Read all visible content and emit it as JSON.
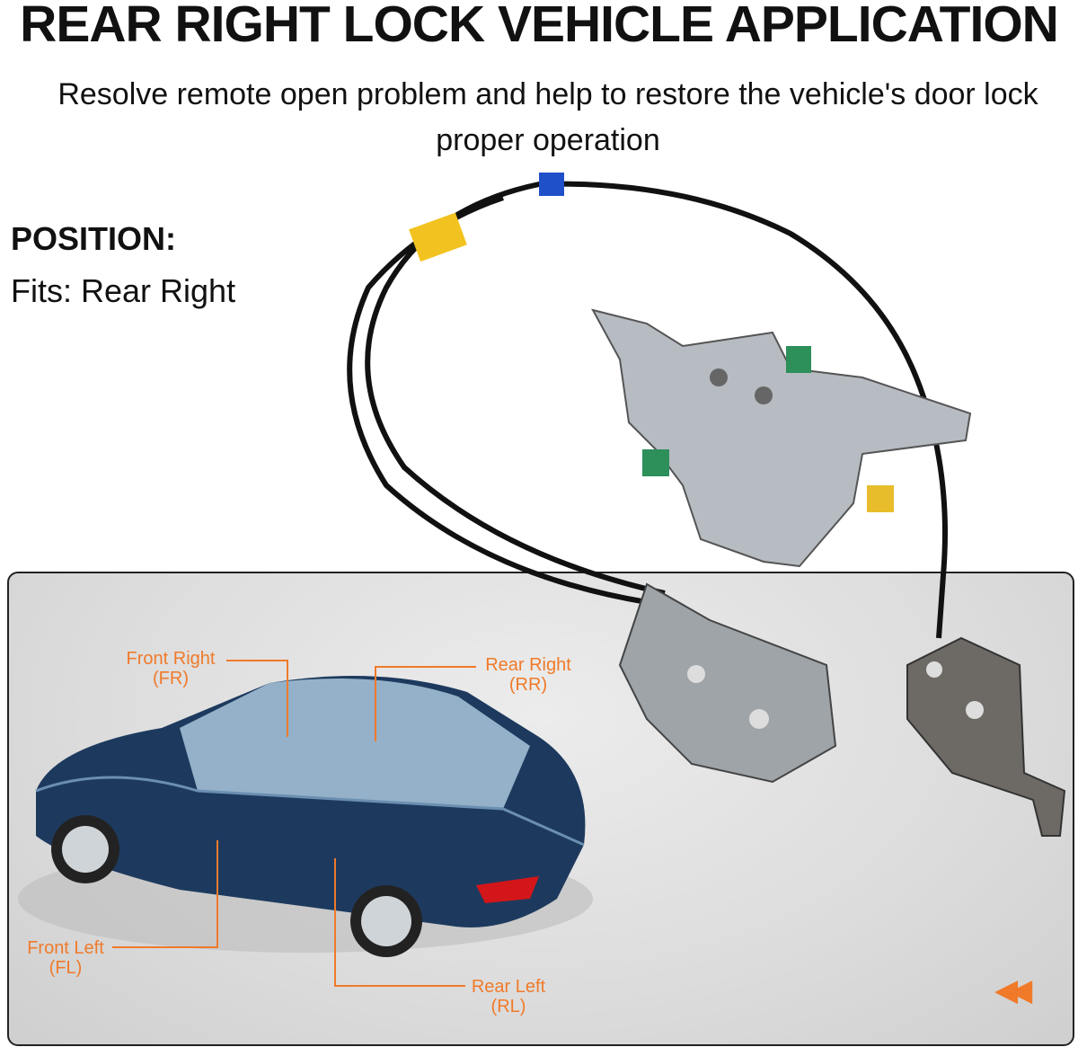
{
  "header": {
    "title": "REAR RIGHT LOCK VEHICLE APPLICATION",
    "subtitle": "Resolve remote open problem and help to restore the vehicle's door lock proper operation"
  },
  "position": {
    "heading": "POSITION:",
    "fits": "Fits: Rear Right"
  },
  "diagram": {
    "accent_color": "#f07a2a",
    "labels": [
      {
        "name": "Front Right",
        "code": "(FR)"
      },
      {
        "name": "Rear Right",
        "code": "(RR)"
      },
      {
        "name": "Front Left",
        "code": "(FL)"
      },
      {
        "name": "Rear Left",
        "code": "(RL)"
      }
    ]
  },
  "icons": {
    "rewind": "double-left-arrow-icon"
  }
}
